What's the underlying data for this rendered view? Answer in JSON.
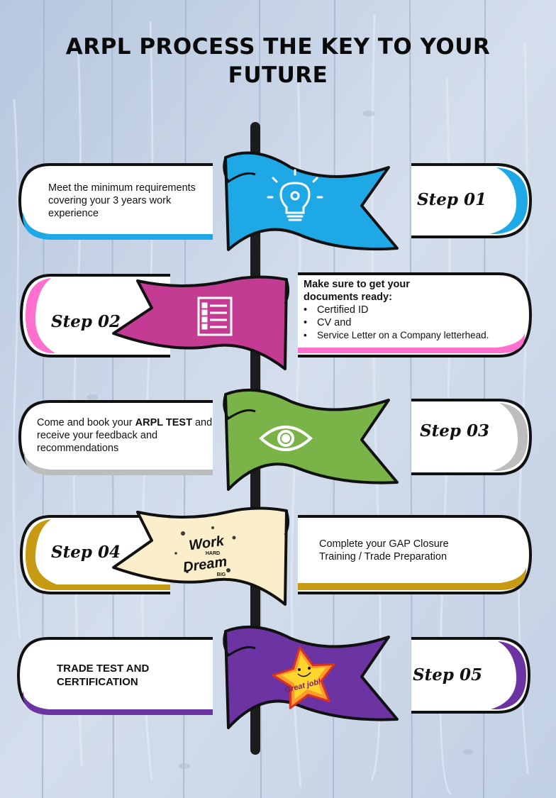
{
  "title": {
    "line1": "ARPL PROCESS THE KEY TO YOUR",
    "line2": "FUTURE"
  },
  "steps": [
    {
      "label": "Step 01",
      "color": "#1fa8e6",
      "icon": "lightbulb-gear-icon",
      "text": "Meet the minimum  requirements covering your 3 years work experience"
    },
    {
      "label": "Step 02",
      "color": "#c43b93",
      "icon": "checklist-icon",
      "heading": "Make sure to get your documents ready:",
      "items": [
        "Certified ID",
        "CV and",
        "Service Letter on a Company letterhead."
      ]
    },
    {
      "label": "Step 03",
      "color": "#7ab348",
      "icon": "eye-icon",
      "text_before": "Come and book your ",
      "text_bold": "ARPL TEST",
      "text_after": " and receive your feedback and recommendations"
    },
    {
      "label": "Step 04",
      "color": "#fbefcb",
      "icon": "work-hard-dream-big-badge",
      "badge_words": [
        "Work",
        "HARD",
        "Dream",
        "BIG"
      ],
      "text": "Complete your GAP Closure Training / Trade Preparation"
    },
    {
      "label": "Step 05",
      "color": "#6c33a3",
      "icon": "great-job-star-icon",
      "badge_text": "Great job!",
      "text": "TRADE TEST AND CERTIFICATION"
    }
  ],
  "colors": {
    "background": "#c9d6e8",
    "pole": "#1c1c1c",
    "step01_accent": "#1fa8e6",
    "step02_accent": "#ff6fce",
    "step03_accent": "#bdbdbd",
    "step04_accent": "#c79a14",
    "step05_accent": "#6c33a3"
  }
}
